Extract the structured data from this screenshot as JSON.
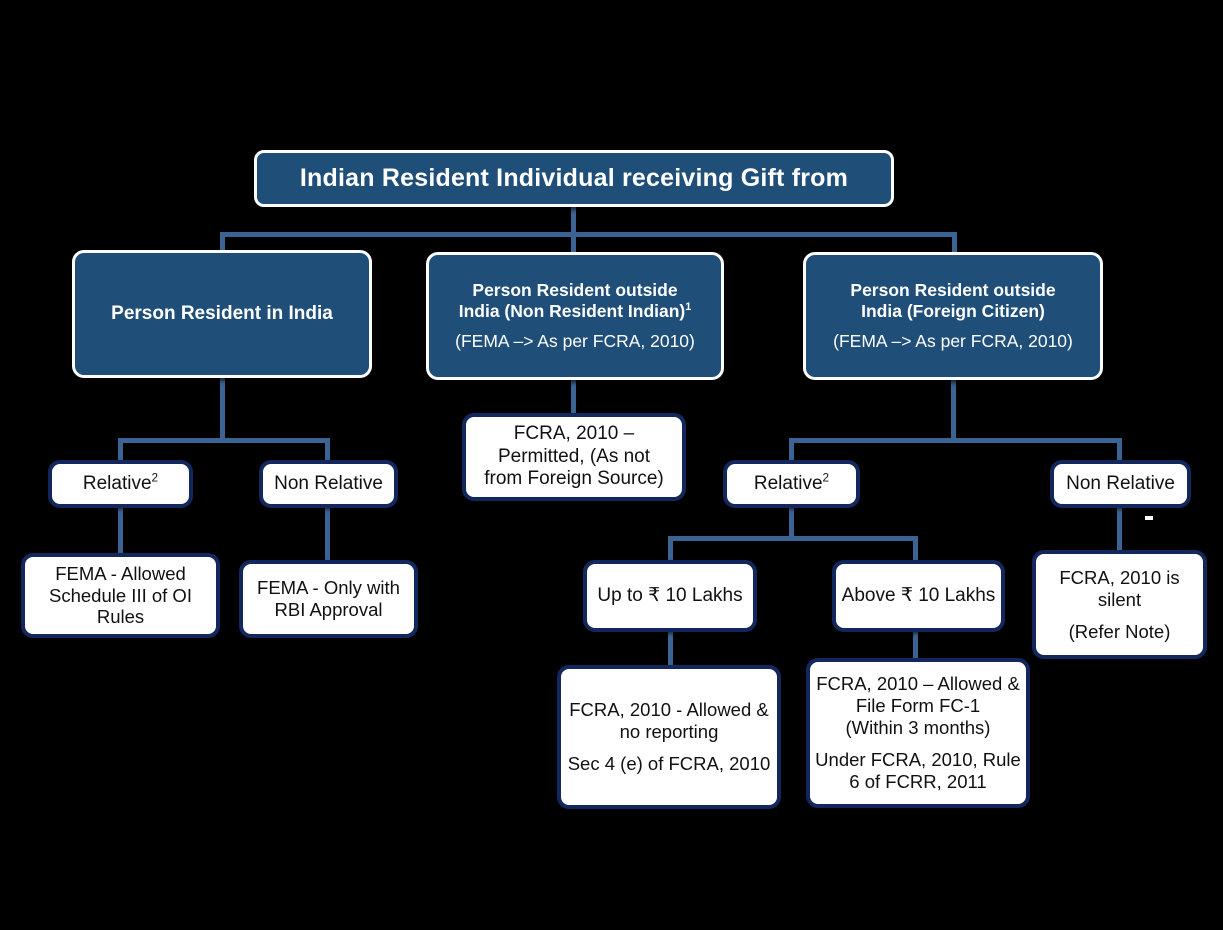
{
  "diagram": {
    "title": "Indian Resident Individual receiving Gift from",
    "colors": {
      "background": "#000000",
      "node_dark_fill": "#1f4e79",
      "node_dark_border": "#ffffff",
      "node_light_fill": "#ffffff",
      "node_light_border": "#12275c",
      "connector": "#3b6495"
    },
    "root": {
      "label": "Indian Resident Individual receiving Gift from"
    },
    "level1": [
      {
        "id": "person-resident-in-india",
        "line1": "Person Resident in India"
      },
      {
        "id": "person-resident-outside-india-nri",
        "line1": "Person Resident outside",
        "line2": "India (Non Resident Indian)",
        "superscript": "1",
        "line3": "(FEMA –> As per FCRA, 2010)"
      },
      {
        "id": "person-resident-outside-india-foreign-citizen",
        "line1": "Person Resident outside",
        "line2": "India (Foreign Citizen)",
        "line3": "(FEMA –> As per FCRA, 2010)"
      }
    ],
    "middle_outcome": {
      "line1": "FCRA, 2010 –",
      "line2": "Permitted,  (As not",
      "line3": "from Foreign Source)"
    },
    "left_branch": {
      "relative": {
        "label": "Relative",
        "superscript": "2"
      },
      "non_relative": {
        "label": "Non Relative"
      },
      "relative_outcome": {
        "line1": "FEMA - Allowed",
        "line2": "Schedule III of OI",
        "line3": "Rules"
      },
      "non_relative_outcome": {
        "line1": "FEMA - Only with",
        "line2": "RBI Approval"
      }
    },
    "right_branch": {
      "relative": {
        "label": "Relative",
        "superscript": "2"
      },
      "non_relative": {
        "label": "Non Relative"
      },
      "up_to": {
        "label": "Up to ₹ 10 Lakhs"
      },
      "above": {
        "label": "Above ₹ 10 Lakhs"
      },
      "up_to_outcome": {
        "line1": "FCRA, 2010 - Allowed &",
        "line2": "no reporting",
        "line3": "Sec 4 (e) of FCRA, 2010"
      },
      "above_outcome": {
        "line1": "FCRA, 2010 – Allowed &",
        "line2": "File  Form FC-1",
        "line3": "(Within 3 months)",
        "line4": "Under FCRA, 2010, Rule",
        "line5": "6 of FCRR, 2011"
      },
      "non_relative_outcome": {
        "line1": "FCRA, 2010 is",
        "line2": "silent",
        "line3": "(Refer Note)"
      }
    }
  }
}
